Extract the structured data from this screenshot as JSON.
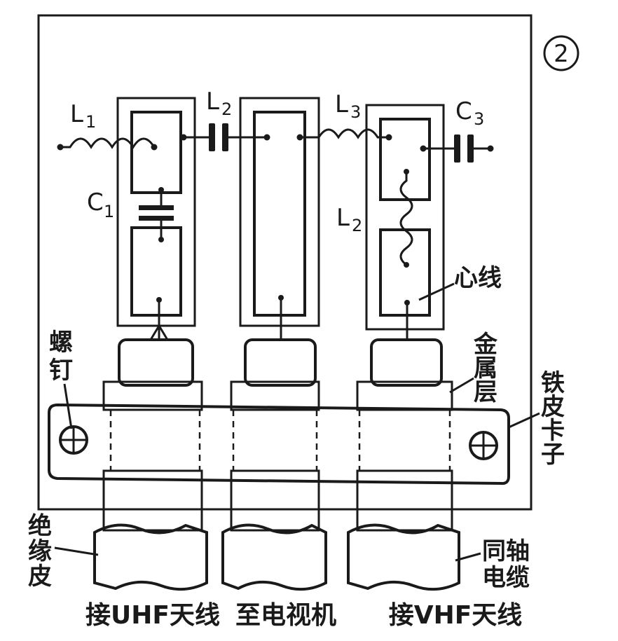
{
  "figure_number": "2",
  "components": {
    "L1": {
      "main": "L",
      "sub": "1"
    },
    "L2_top": {
      "main": "L",
      "sub": "2"
    },
    "L3": {
      "main": "L",
      "sub": "3"
    },
    "C3": {
      "main": "C",
      "sub": "3"
    },
    "C1": {
      "main": "C",
      "sub": "1"
    },
    "L2_right": {
      "main": "L",
      "sub": "2"
    }
  },
  "callouts": {
    "core_wire": "心线",
    "screw": [
      "螺",
      "钉"
    ],
    "metal_layer": [
      "金",
      "属",
      "层"
    ],
    "clamp": [
      "铁",
      "皮",
      "卡",
      "子"
    ],
    "insulation": [
      "绝",
      "缘",
      "皮"
    ],
    "coax": [
      "同轴",
      "电缆"
    ]
  },
  "bottom_labels": {
    "uhf": "接UHF天线",
    "tv": "至电视机",
    "vhf": "接VHF天线"
  },
  "colors": {
    "ink": "#1a1a1a",
    "paper": "#ffffff"
  }
}
